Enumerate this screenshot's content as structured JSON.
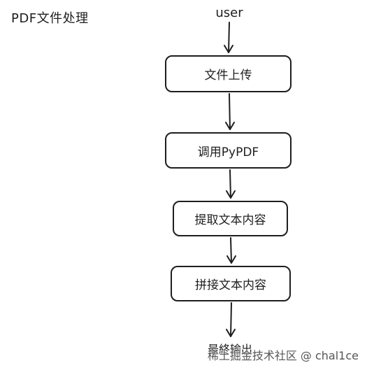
{
  "title": "PDF文件处理",
  "actor": "user",
  "steps": [
    {
      "label": "文件上传"
    },
    {
      "label": "调用PyPDF"
    },
    {
      "label": "提取文本内容"
    },
    {
      "label": "拼接文本内容"
    }
  ],
  "output": "最終输出",
  "watermark": "稀土掘金技术社区 @ chal1ce",
  "colors": {
    "stroke": "#1e1e1e",
    "background": "#ffffff"
  }
}
